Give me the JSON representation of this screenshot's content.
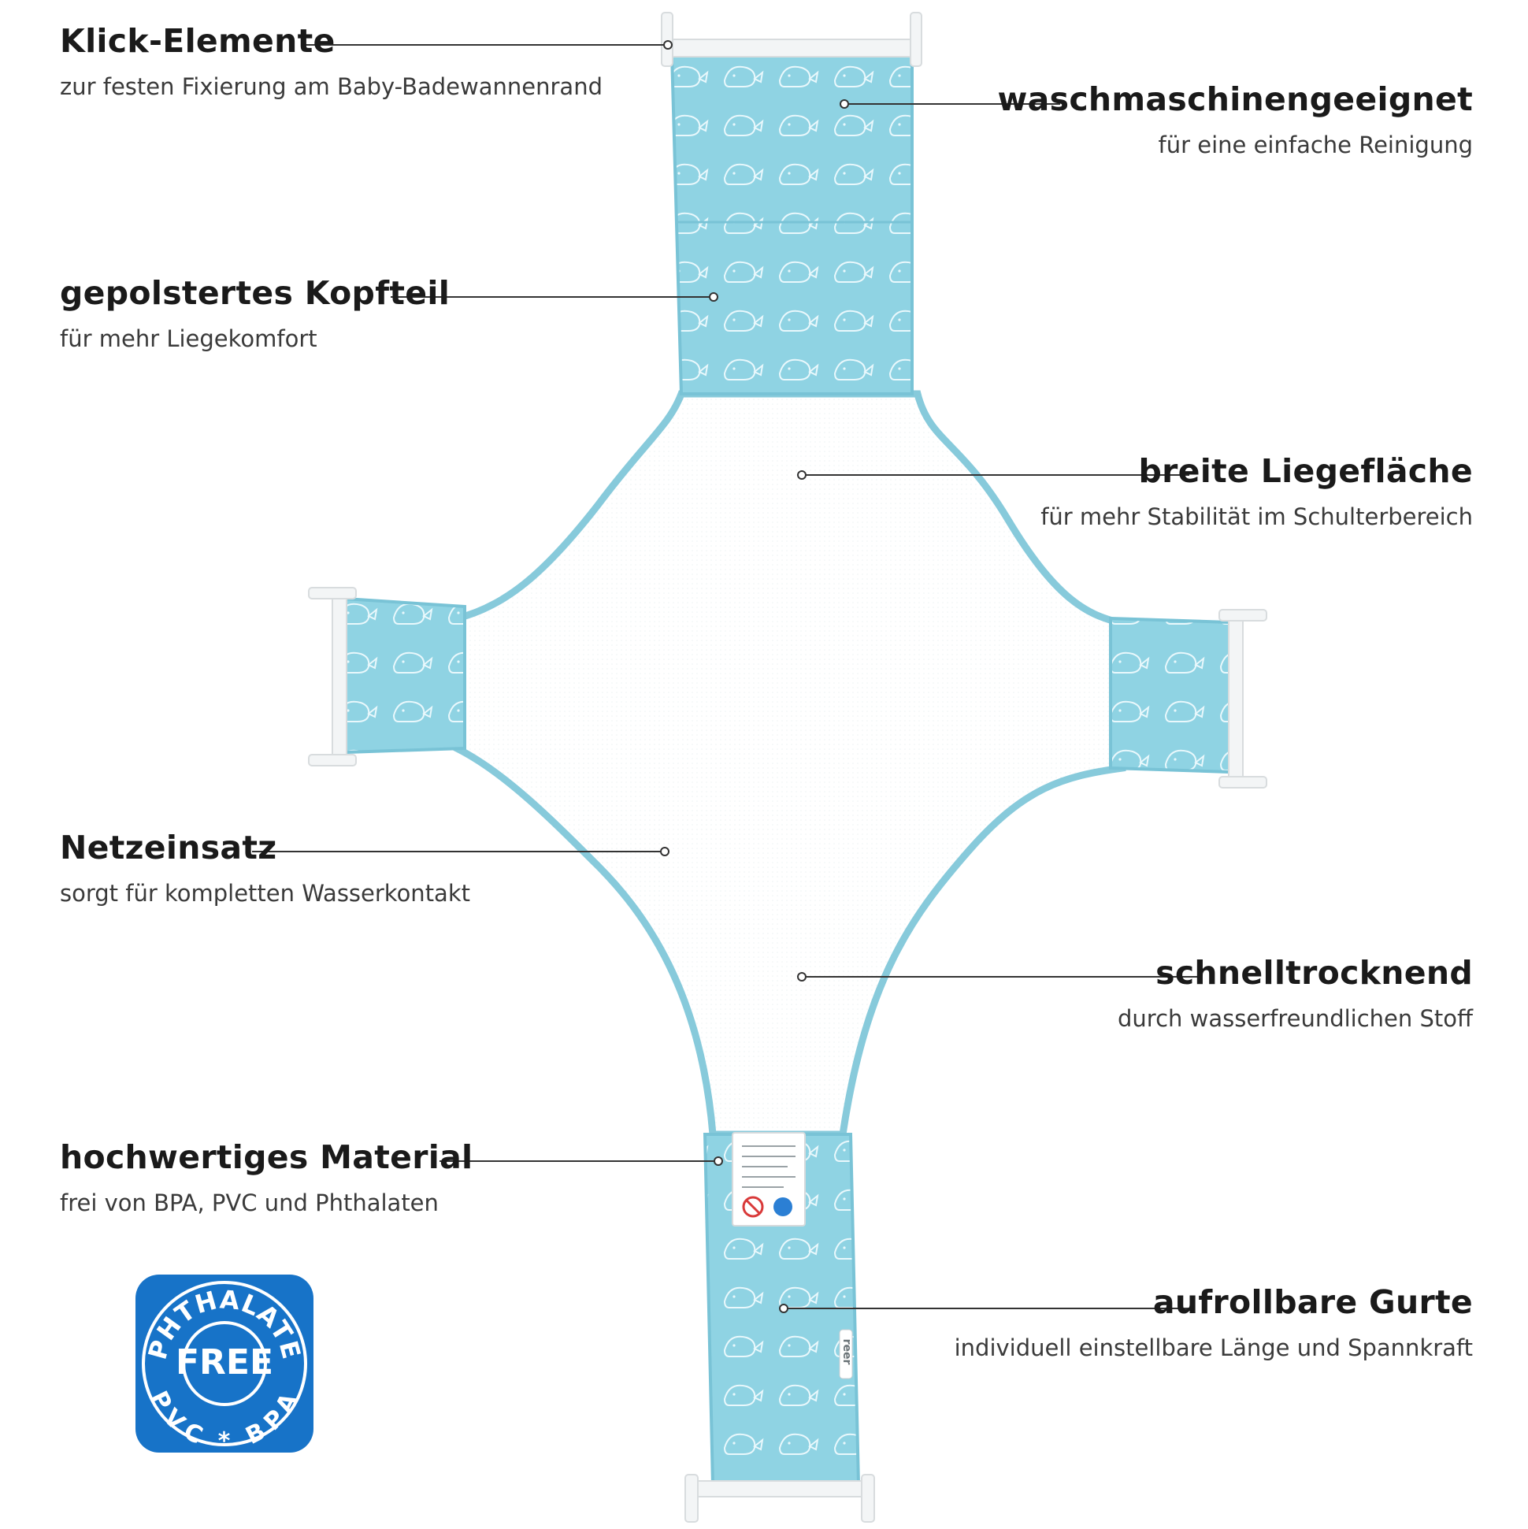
{
  "features": [
    {
      "id": "klick",
      "title": "Klick-Elemente",
      "subtitle": "zur festen Fixierung am Baby-Badewannenrand"
    },
    {
      "id": "waschmaschine",
      "title": "waschmaschinengeeignet",
      "subtitle": "für eine einfache Reinigung"
    },
    {
      "id": "kopfteil",
      "title": "gepolstertes Kopfteil",
      "subtitle": "für mehr Liegekomfort"
    },
    {
      "id": "liegeflaeche",
      "title": "breite Liegefläche",
      "subtitle": "für mehr Stabilität im Schulterbereich"
    },
    {
      "id": "netz",
      "title": "Netzeinsatz",
      "subtitle": "sorgt für kompletten Wasserkontakt"
    },
    {
      "id": "trocknend",
      "title": "schnelltrocknend",
      "subtitle": "durch wasserfreundlichen Stoff"
    },
    {
      "id": "material",
      "title": "hochwertiges Material",
      "subtitle": "frei von BPA, PVC und Phthalaten"
    },
    {
      "id": "gurte",
      "title": "aufrollbare Gurte",
      "subtitle": "individuell einstellbare Länge und Spannkraft"
    }
  ],
  "badge": {
    "top_text": "PHTHALATE",
    "center_text": "FREE",
    "bottom_text": "PVC * BPA",
    "color": "#1773c8"
  },
  "brand_tag": "reer",
  "colors": {
    "fabric": "#8fd3e3",
    "fabric_edge": "#79c3d6",
    "pattern": "#e9f8fc",
    "clip": "#f3f5f6",
    "leader": "#333333",
    "title": "#1a1a1a",
    "subtitle": "#3a3a3a"
  }
}
